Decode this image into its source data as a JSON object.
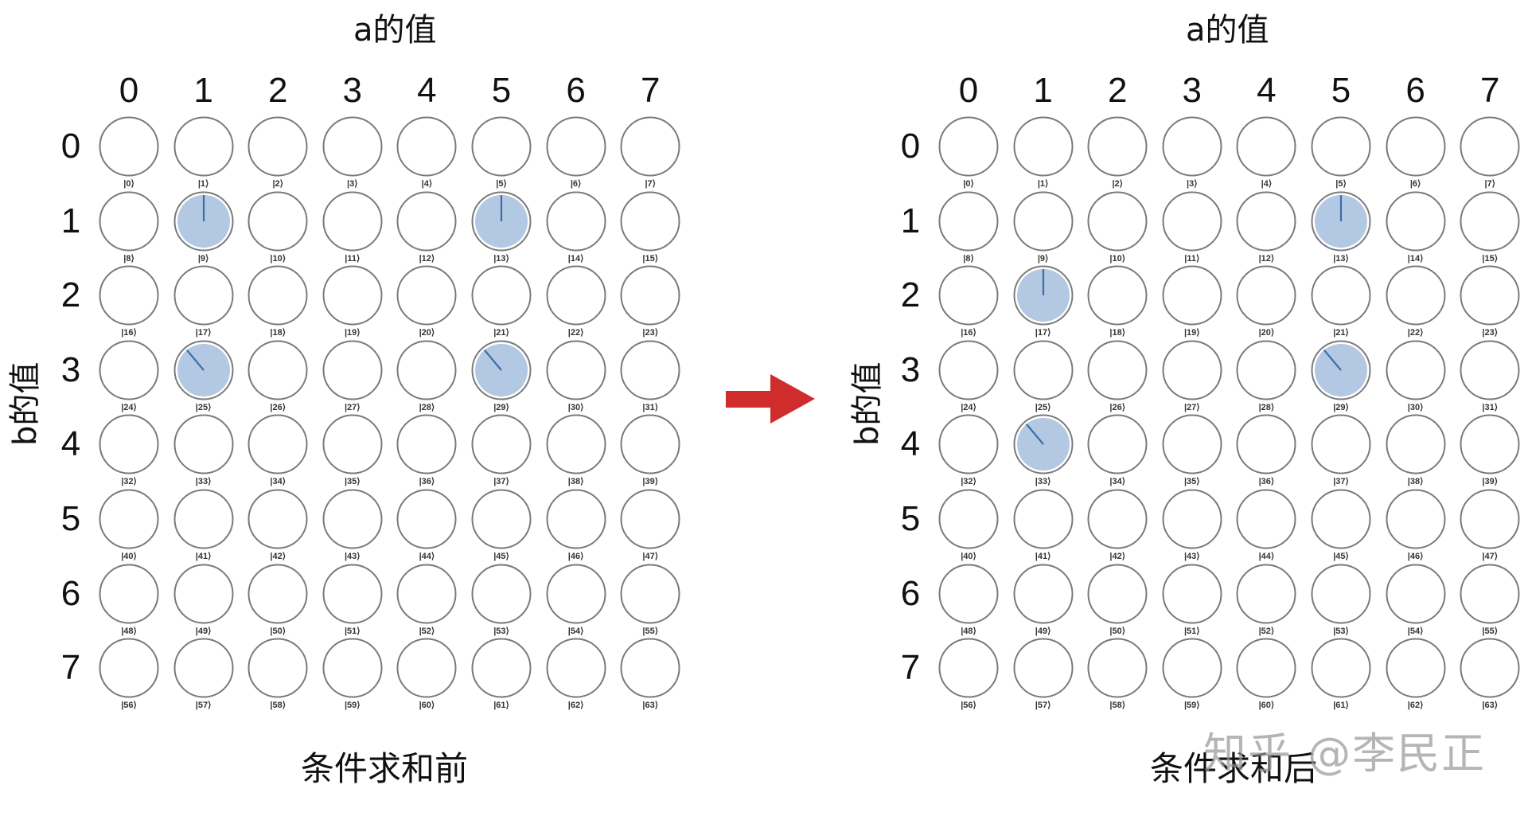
{
  "colors": {
    "circle_stroke": "#7a7a7a",
    "fill": "#b3c8e3",
    "needle": "#3a6ea6",
    "arrow": "#d12c2c",
    "watermark": "#a0a0a0"
  },
  "left_panel": {
    "x_title": "a的值",
    "y_title": "b的值",
    "col_labels": [
      "0",
      "1",
      "2",
      "3",
      "4",
      "5",
      "6",
      "7"
    ],
    "row_labels": [
      "0",
      "1",
      "2",
      "3",
      "4",
      "5",
      "6",
      "7"
    ],
    "caption": "条件求和前",
    "filled_states": [
      {
        "index": 9,
        "a": 1,
        "b": 1,
        "needle_deg": 0
      },
      {
        "index": 13,
        "a": 5,
        "b": 1,
        "needle_deg": 0
      },
      {
        "index": 25,
        "a": 1,
        "b": 3,
        "needle_deg": -40
      },
      {
        "index": 29,
        "a": 5,
        "b": 3,
        "needle_deg": -40
      }
    ]
  },
  "right_panel": {
    "x_title": "a的值",
    "y_title": "b的值",
    "col_labels": [
      "0",
      "1",
      "2",
      "3",
      "4",
      "5",
      "6",
      "7"
    ],
    "row_labels": [
      "0",
      "1",
      "2",
      "3",
      "4",
      "5",
      "6",
      "7"
    ],
    "caption": "条件求和后",
    "filled_states": [
      {
        "index": 13,
        "a": 5,
        "b": 1,
        "needle_deg": 0
      },
      {
        "index": 17,
        "a": 1,
        "b": 2,
        "needle_deg": 0
      },
      {
        "index": 29,
        "a": 5,
        "b": 3,
        "needle_deg": -40
      },
      {
        "index": 33,
        "a": 1,
        "b": 4,
        "needle_deg": -40
      }
    ]
  },
  "ket_labels": [
    "|0⟩",
    "|1⟩",
    "|2⟩",
    "|3⟩",
    "|4⟩",
    "|5⟩",
    "|6⟩",
    "|7⟩",
    "|8⟩",
    "|9⟩",
    "|10⟩",
    "|11⟩",
    "|12⟩",
    "|13⟩",
    "|14⟩",
    "|15⟩",
    "|16⟩",
    "|17⟩",
    "|18⟩",
    "|19⟩",
    "|20⟩",
    "|21⟩",
    "|22⟩",
    "|23⟩",
    "|24⟩",
    "|25⟩",
    "|26⟩",
    "|27⟩",
    "|28⟩",
    "|29⟩",
    "|30⟩",
    "|31⟩",
    "|32⟩",
    "|33⟩",
    "|34⟩",
    "|35⟩",
    "|36⟩",
    "|37⟩",
    "|38⟩",
    "|39⟩",
    "|40⟩",
    "|41⟩",
    "|42⟩",
    "|43⟩",
    "|44⟩",
    "|45⟩",
    "|46⟩",
    "|47⟩",
    "|48⟩",
    "|49⟩",
    "|50⟩",
    "|51⟩",
    "|52⟩",
    "|53⟩",
    "|54⟩",
    "|55⟩",
    "|56⟩",
    "|57⟩",
    "|58⟩",
    "|59⟩",
    "|60⟩",
    "|61⟩",
    "|62⟩",
    "|63⟩"
  ],
  "transition_arrow": "arrow-right",
  "watermark": "知乎 @李民正"
}
